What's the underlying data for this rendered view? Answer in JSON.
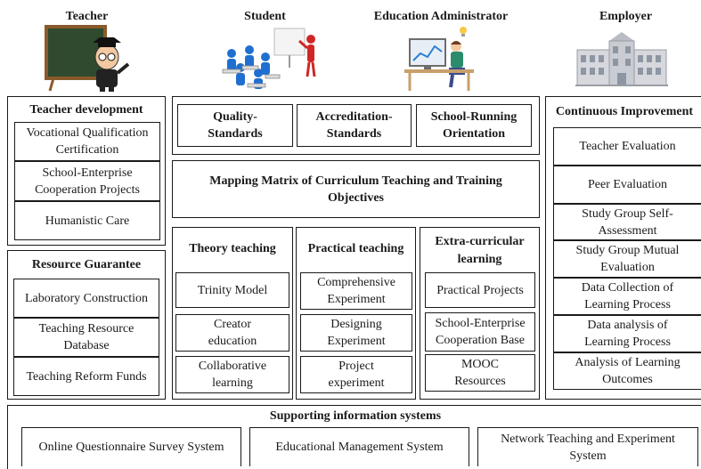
{
  "roles": {
    "teacher": "Teacher",
    "student": "Student",
    "administrator": "Education Administrator",
    "employer": "Employer"
  },
  "teacher_development": {
    "title": "Teacher development",
    "items": [
      "Vocational Qualification Certification",
      "School-Enterprise Cooperation Projects",
      "Humanistic Care"
    ]
  },
  "resource_guarantee": {
    "title": "Resource Guarantee",
    "items": [
      "Laboratory Construction",
      "Teaching Resource Database",
      "Teaching Reform Funds"
    ]
  },
  "standards": [
    "Quality-Standards",
    "Accreditation-Standards",
    "School-Running Orientation"
  ],
  "mapping_matrix": "Mapping Matrix of Curriculum Teaching and Training Objectives",
  "theory_teaching": {
    "title": "Theory teaching",
    "items": [
      "Trinity Model",
      "Creator education",
      "Collaborative learning"
    ]
  },
  "practical_teaching": {
    "title": "Practical teaching",
    "items": [
      "Comprehensive Experiment",
      "Designing Experiment",
      "Project experiment"
    ]
  },
  "extra_curricular": {
    "title": "Extra-curricular learning",
    "items": [
      "Practical Projects",
      "School-Enterprise Cooperation Base",
      "MOOC Resources"
    ]
  },
  "continuous_improvement": {
    "title": "Continuous Improvement",
    "items": [
      "Teacher Evaluation",
      "Peer Evaluation",
      "Study Group Self-Assessment",
      "Study Group Mutual Evaluation",
      "Data Collection of Learning Process",
      "Data analysis of Learning Process",
      "Analysis of Learning Outcomes"
    ]
  },
  "supporting_systems": {
    "title": "Supporting information systems",
    "items": [
      "Online Questionnaire Survey System",
      "Educational Management System",
      "Network Teaching and Experiment System"
    ]
  },
  "colors": {
    "line": "#1a1a1a",
    "figure_blue": "#1f6fd0",
    "figure_red": "#d02626",
    "chalkboard": "#2f4a2f",
    "wood": "#8a5a2b",
    "building": "#c9ccd2"
  },
  "icons": [
    "teacher-chalkboard-icon",
    "students-classroom-icon",
    "administrator-desk-icon",
    "employer-building-icon"
  ]
}
